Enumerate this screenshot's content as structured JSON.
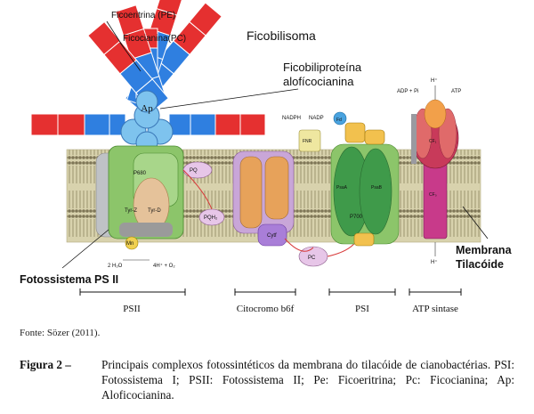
{
  "diagram": {
    "labels": {
      "phycoerythrin": "Ficoeritrina (PE)",
      "phycocyanin": "Ficocianina(PC)",
      "phycobilisome": "Ficobilisoma",
      "phycobiliprotein_line1": "Ficobiliproteína",
      "phycobiliprotein_line2": "alofícocianina",
      "allophycocyanin_core": "Ap",
      "photosystem_ps2": "Fotossistema PS II",
      "membrane_line1": "Membrana",
      "membrane_line2": "Tilacóide"
    },
    "small_labels": {
      "nadph": "NADPH",
      "nadp": "NADP",
      "fnr": "FNR",
      "adp_pi": "ADP + Pi",
      "atp": "ATP",
      "h_top": "H⁺",
      "h_bottom": "H⁺",
      "water": "2 H₂O",
      "oxygen": "4H⁺ + O₂",
      "pq": "PQ",
      "pqh2": "PQH₂",
      "pc": "PC",
      "fd": "Fd",
      "cytf": "Cytf",
      "p700": "P700",
      "p680": "P680",
      "tyrz": "Tyr-Z",
      "tyrd": "Tyr-D",
      "mn": "Mn",
      "psaa": "PsaA",
      "psab": "PsaB",
      "cf0": "CF₀",
      "cf1": "CF₁"
    },
    "scale": [
      {
        "label": "PSII"
      },
      {
        "label": "Citocromo b6f"
      },
      {
        "label": "PSI"
      },
      {
        "label": "ATP sintase"
      }
    ],
    "colors": {
      "phycoerythrin": "#e53030",
      "phycocyanin": "#2f7fe0",
      "allophycocyanin": "#7ec3ee",
      "psii": "#8cc56a",
      "cytb6f": "#e7a25a",
      "psi": "#3f9a4a",
      "atp_synthase": "#c83a5a",
      "membrane": "#c9c19a"
    }
  },
  "source": "Fonte: Sözer (2011).",
  "caption": {
    "label": "Figura 2 –",
    "text": "Principais complexos fotossintéticos da membrana do tilacóide de cianobactérias. PSI: Fotossistema I; PSII: Fotossistema II; Pe: Ficoeritrina; Pc: Ficocianina; Ap: Aloficocianina."
  }
}
